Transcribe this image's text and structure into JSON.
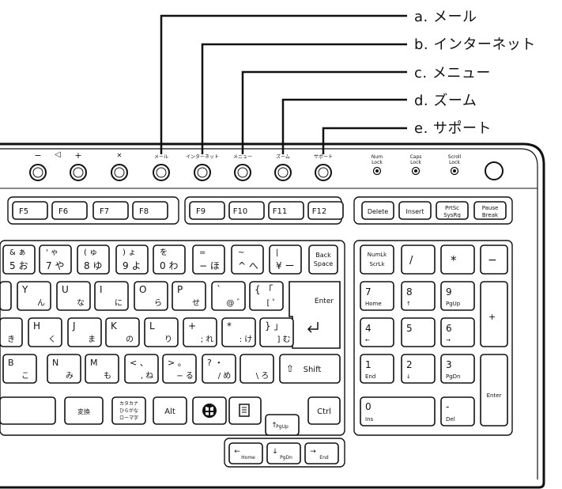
{
  "callouts": [
    {
      "id": "a",
      "text": "a. メール"
    },
    {
      "id": "b",
      "text": "b. インターネット"
    },
    {
      "id": "c",
      "text": "c. メニュー"
    },
    {
      "id": "d",
      "text": "d. ズーム"
    },
    {
      "id": "e",
      "text": "e. サポート"
    }
  ],
  "media_buttons": [
    {
      "icon": "volume-down-icon",
      "label": "−"
    },
    {
      "icon": "speaker-icon",
      "label": "◁"
    },
    {
      "icon": "volume-up-icon",
      "label": "+"
    },
    {
      "icon": "mute-icon",
      "label": "🔇"
    },
    {
      "icon": "mail-icon",
      "label": "メール"
    },
    {
      "icon": "internet-icon",
      "label": "インターネット"
    },
    {
      "icon": "menu-icon",
      "label": "メニュー"
    },
    {
      "icon": "zoom-icon",
      "label": "ズーム"
    },
    {
      "icon": "support-icon",
      "label": "サポート"
    }
  ],
  "indicators": [
    {
      "label_top": "Num",
      "label_bottom": "Lock"
    },
    {
      "label_top": "Caps",
      "label_bottom": "Lock"
    },
    {
      "label_top": "Scroll",
      "label_bottom": "Lock"
    }
  ],
  "function_keys": [
    "F5",
    "F6",
    "F7",
    "F8",
    "F9",
    "F10",
    "F11",
    "F12"
  ],
  "nav_top_keys": [
    "Delete",
    "Insert",
    "PrtSc\nSysRq",
    "Pause\nBreak"
  ],
  "row_number_keys": [
    {
      "top": "& ぁ",
      "bottom": "5 お"
    },
    {
      "top": "' ゃ",
      "bottom": "7 や"
    },
    {
      "top": "( ゅ",
      "bottom": "8 ゆ"
    },
    {
      "top": ") ょ",
      "bottom": "9 よ"
    },
    {
      "top": "を",
      "bottom": "0 わ"
    },
    {
      "top": "=",
      "bottom": "− ほ"
    },
    {
      "top": "~",
      "bottom": "^ へ"
    },
    {
      "top": "|",
      "bottom": "¥ ー"
    },
    {
      "top": "Back",
      "bottom": "Space"
    }
  ],
  "row_q_keys": [
    {
      "top": "Y",
      "bottom": "ん"
    },
    {
      "top": "U",
      "bottom": "な"
    },
    {
      "top": "I",
      "bottom": "に"
    },
    {
      "top": "O",
      "bottom": "ら"
    },
    {
      "top": "P",
      "bottom": "せ"
    },
    {
      "top": "`",
      "bottom": "@ ゛"
    },
    {
      "top": "{ 「",
      "bottom": "[ ゜"
    }
  ],
  "row_a_keys": [
    {
      "top": "",
      "bottom": "き"
    },
    {
      "top": "H",
      "bottom": "く"
    },
    {
      "top": "J",
      "bottom": "ま"
    },
    {
      "top": "K",
      "bottom": "の"
    },
    {
      "top": "L",
      "bottom": "り"
    },
    {
      "top": "+",
      "bottom": "; れ"
    },
    {
      "top": "*",
      "bottom": ": け"
    },
    {
      "top": "} 」",
      "bottom": "] む"
    }
  ],
  "row_z_keys": [
    {
      "top": "B",
      "bottom": "こ"
    },
    {
      "top": "N",
      "bottom": "み"
    },
    {
      "top": "M",
      "bottom": "も"
    },
    {
      "top": "< 、",
      "bottom": ", ね"
    },
    {
      "top": "> 。",
      "bottom": "− る"
    },
    {
      "top": "? ・",
      "bottom": "/ め"
    },
    {
      "top": "",
      "bottom": "\\ ろ"
    }
  ],
  "enter_label": "Enter",
  "shift_label": "Shift",
  "bottom_keys": {
    "henkan": "変換",
    "kana_1": "カタカナ",
    "kana_2": "ひらがな",
    "kana_3": "ローマ字",
    "alt": "Alt",
    "ctrl": "Ctrl"
  },
  "arrow_keys": {
    "up": "PgUp",
    "left": "Home",
    "down": "PgDn",
    "right": "End"
  },
  "numpad": {
    "numlk_top": "NumLk",
    "numlk_bottom": "ScrLk",
    "slash": "/",
    "star": "*",
    "minus": "−",
    "plus": "+",
    "k7": "7",
    "k7s": "Home",
    "k8": "8",
    "k8s": "↑",
    "k9": "9",
    "k9s": "PgUp",
    "k4": "4",
    "k4s": "←",
    "k5": "5",
    "k6": "6",
    "k6s": "→",
    "k1": "1",
    "k1s": "End",
    "k2": "2",
    "k2s": "↓",
    "k3": "3",
    "k3s": "PgDn",
    "k0": "0",
    "k0s": "Ins",
    "kdot": "-",
    "kdots": "Del",
    "enter": "Enter"
  }
}
